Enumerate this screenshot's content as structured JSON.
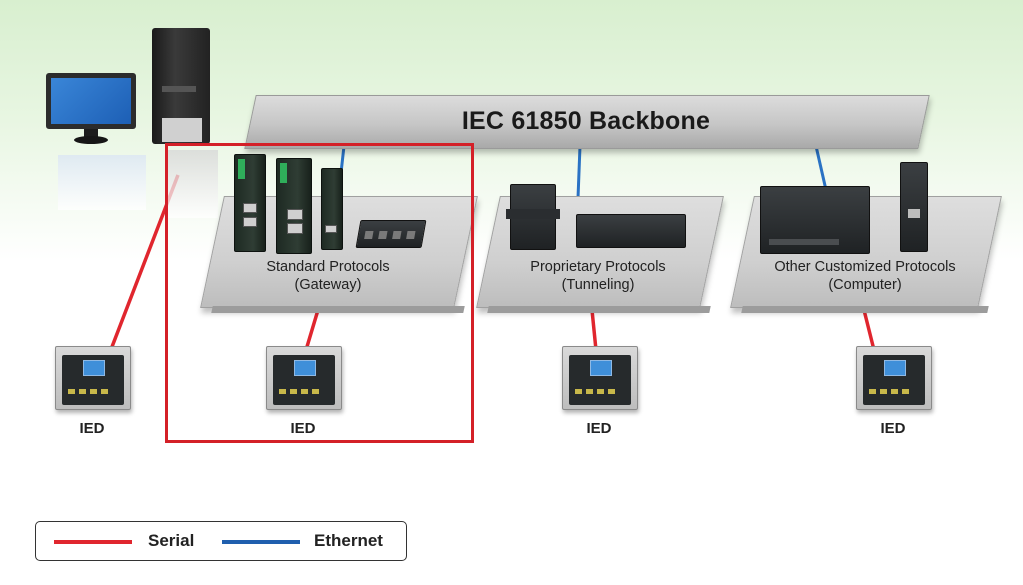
{
  "backbone": {
    "label": "IEC 61850 Backbone"
  },
  "groups": [
    {
      "line1": "Standard Protocols",
      "line2": "(Gateway)"
    },
    {
      "line1": "Proprietary Protocols",
      "line2": "(Tunneling)"
    },
    {
      "line1": "Other Customized Protocols",
      "line2": "(Computer)"
    }
  ],
  "ieds": [
    {
      "label": "IED"
    },
    {
      "label": "IED"
    },
    {
      "label": "IED"
    },
    {
      "label": "IED"
    }
  ],
  "legend": {
    "serial": {
      "label": "Serial",
      "color": "#e0262e"
    },
    "ethernet": {
      "label": "Ethernet",
      "color": "#1f5fae"
    }
  },
  "highlight_color": "#d42028"
}
